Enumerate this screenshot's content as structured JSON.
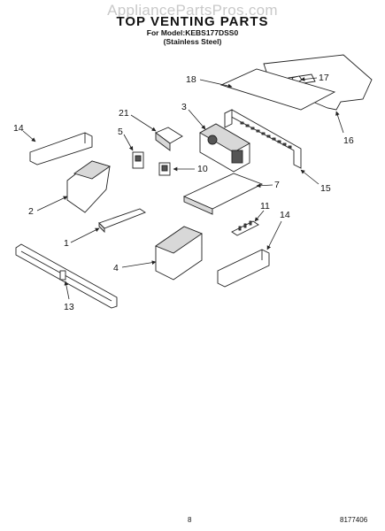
{
  "header": {
    "watermark": "AppliancePartsPros.com",
    "title": "TOP VENTING PARTS",
    "model_line": "For Model:KEBS177DSS0",
    "finish_line": "(Stainless Steel)"
  },
  "callouts": {
    "c1": "1",
    "c2": "2",
    "c3": "3",
    "c4": "4",
    "c5": "5",
    "c7": "7",
    "c10": "10",
    "c11": "11",
    "c13": "13",
    "c14a": "14",
    "c14b": "14",
    "c15": "15",
    "c16": "16",
    "c17": "17",
    "c18": "18",
    "c21": "21"
  },
  "footer": {
    "page_number": "8",
    "doc_number": "8177406"
  },
  "colors": {
    "line": "#222222",
    "fill": "#ffffff",
    "shade": "#d8d8d8",
    "dark": "#555555"
  }
}
